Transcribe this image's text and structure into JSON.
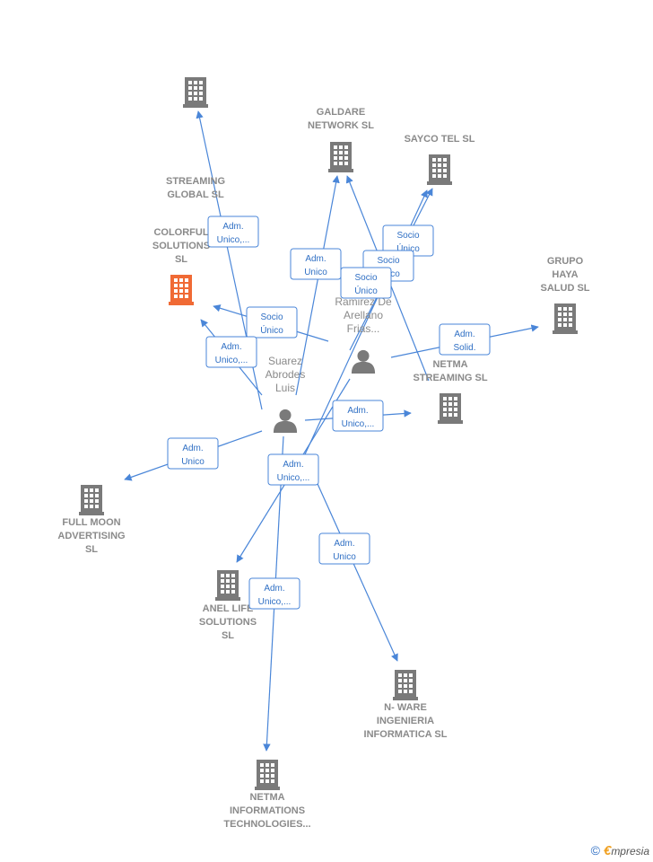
{
  "colors": {
    "edge": "#4a86d8",
    "company": "#7a7a7a",
    "highlight": "#f06a35",
    "person": "#7a7a7a"
  },
  "nodes": [
    {
      "id": "streaming",
      "type": "company",
      "lines": [
        "STREAMING",
        "GLOBAL SL"
      ]
    },
    {
      "id": "galdare",
      "type": "company",
      "lines": [
        "GALDARE",
        "NETWORK SL"
      ]
    },
    {
      "id": "sayco",
      "type": "company",
      "lines": [
        "SAYCO TEL  SL"
      ]
    },
    {
      "id": "colorful",
      "type": "company",
      "highlight": true,
      "lines": [
        "COLORFUL",
        "SOLUTIONS",
        "SL"
      ]
    },
    {
      "id": "grupo",
      "type": "company",
      "lines": [
        "GRUPO",
        "HAYA",
        "SALUD  SL"
      ]
    },
    {
      "id": "netma_streaming",
      "type": "company",
      "lines": [
        "NETMA",
        "STREAMING SL"
      ]
    },
    {
      "id": "fullmoon",
      "type": "company",
      "lines": [
        "FULL MOON",
        "ADVERTISING",
        "SL"
      ]
    },
    {
      "id": "anel",
      "type": "company",
      "lines": [
        "ANEL LIFE",
        "SOLUTIONS",
        "SL"
      ]
    },
    {
      "id": "nware",
      "type": "company",
      "lines": [
        "N- WARE",
        "INGENIERIA",
        "INFORMATICA SL"
      ]
    },
    {
      "id": "netma_info",
      "type": "company",
      "lines": [
        "NETMA",
        "INFORMATIONS",
        "TECHNOLOGIES..."
      ]
    },
    {
      "id": "ramirez",
      "type": "person",
      "lines": [
        "Ramirez De",
        "Arellano",
        "Frias..."
      ]
    },
    {
      "id": "suarez",
      "type": "person",
      "lines": [
        "Suarez",
        "Abrodes",
        "Luis"
      ]
    }
  ],
  "edges": [
    {
      "id": "e1",
      "from": "suarez",
      "to": "streaming",
      "lines": [
        "Adm.",
        "Unico,..."
      ]
    },
    {
      "id": "e2",
      "from": "suarez",
      "to": "galdare",
      "lines": [
        "Adm.",
        "Unico"
      ]
    },
    {
      "id": "e3",
      "from": "ramirez",
      "to": "sayco",
      "lines": [
        "Socio",
        "Único"
      ]
    },
    {
      "id": "e4",
      "from": "netma_streaming",
      "to": "galdare",
      "lines": [
        "Socio",
        "Único"
      ]
    },
    {
      "id": "e5",
      "from": "suarez",
      "to": "sayco",
      "lines": [
        "Socio",
        "Único"
      ]
    },
    {
      "id": "e6",
      "from": "ramirez",
      "to": "colorful",
      "lines": [
        "Socio",
        "Único"
      ]
    },
    {
      "id": "e7",
      "from": "suarez",
      "to": "colorful",
      "lines": [
        "Adm.",
        "Unico,..."
      ]
    },
    {
      "id": "e8",
      "from": "ramirez",
      "to": "grupo",
      "lines": [
        "Adm.",
        "Solid."
      ]
    },
    {
      "id": "e9",
      "from": "suarez",
      "to": "netma_streaming",
      "lines": [
        "Adm.",
        "Unico,..."
      ]
    },
    {
      "id": "e10",
      "from": "suarez",
      "to": "fullmoon",
      "lines": [
        "Adm.",
        "Unico"
      ]
    },
    {
      "id": "e11",
      "from": "ramirez",
      "to": "anel",
      "lines": [
        "Adm.",
        "Unico,..."
      ]
    },
    {
      "id": "e12",
      "from": "suarez",
      "to": "nware",
      "lines": [
        "Adm.",
        "Unico"
      ]
    },
    {
      "id": "e13",
      "from": "suarez",
      "to": "netma_info",
      "lines": [
        "Adm.",
        "Unico,..."
      ]
    }
  ],
  "footer": {
    "copyright": "©",
    "brand_first": "€",
    "brand_rest": "mpresia"
  }
}
